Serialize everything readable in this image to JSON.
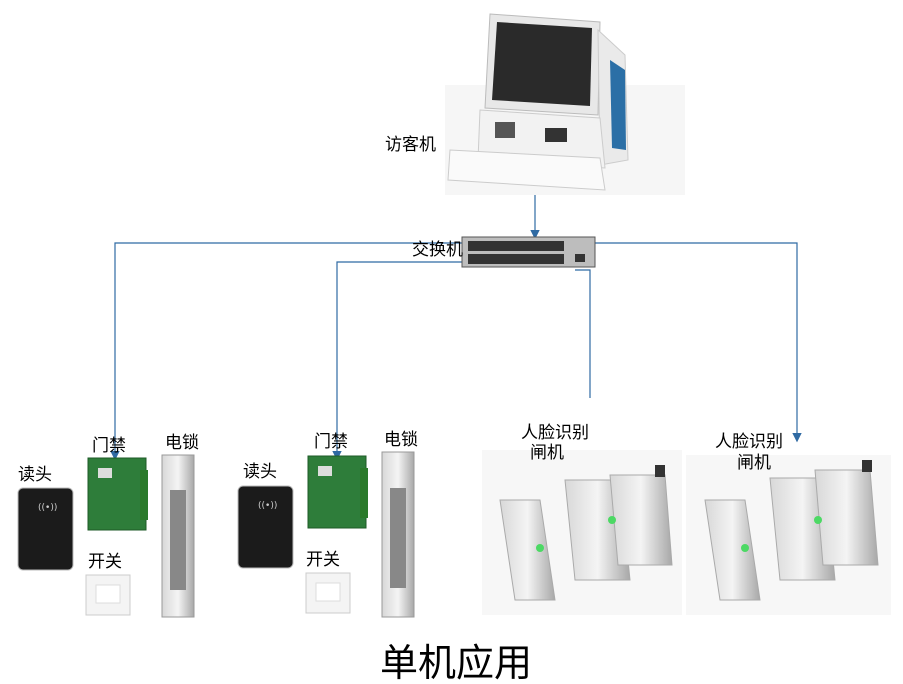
{
  "title": "单机应用",
  "labels": {
    "visitor_kiosk": "访客机",
    "switch": "交换机",
    "access_control_1": "门禁",
    "electric_lock_1": "电锁",
    "reader_1": "读头",
    "button_1": "开关",
    "access_control_2": "门禁",
    "electric_lock_2": "电锁",
    "reader_2": "读头",
    "button_2": "开关",
    "face_gate_1_line1": "人脸识别",
    "face_gate_1_line2": "闸机",
    "face_gate_2_line1": "人脸识别",
    "face_gate_2_line2": "闸机"
  },
  "colors": {
    "connector": "#2f6aa3"
  }
}
